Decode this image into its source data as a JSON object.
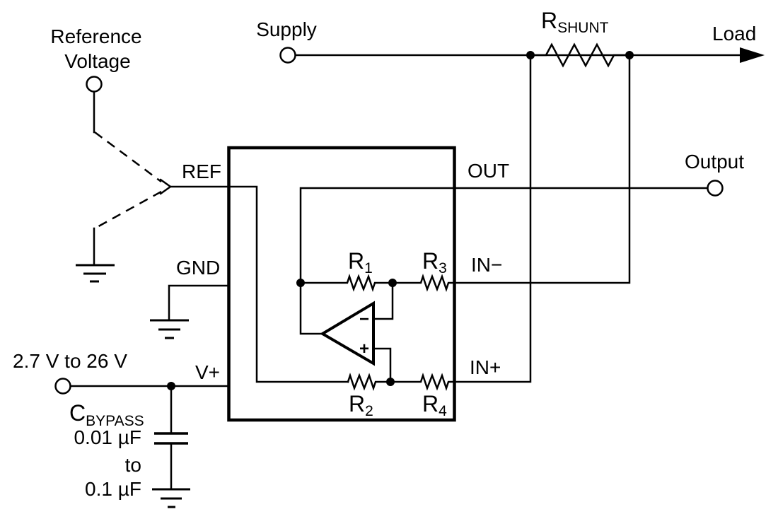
{
  "labels": {
    "reference_line1": "Reference",
    "reference_line2": "Voltage",
    "supply": "Supply",
    "load": "Load",
    "output": "Output",
    "supply_range": "2.7 V to 26 V",
    "cap_value_min": "0.01 µF",
    "cap_to": "to",
    "cap_value_max": "0.1 µF"
  },
  "pins": {
    "ref": "REF",
    "gnd": "GND",
    "vplus": "V+",
    "out": "OUT",
    "in_minus": "IN−",
    "in_plus": "IN+"
  },
  "components": {
    "r_shunt": {
      "base": "R",
      "sub": "SHUNT"
    },
    "r1": {
      "base": "R",
      "sub": "1"
    },
    "r2": {
      "base": "R",
      "sub": "2"
    },
    "r3": {
      "base": "R",
      "sub": "3"
    },
    "r4": {
      "base": "R",
      "sub": "4"
    },
    "c_bypass": {
      "base": "C",
      "sub": "BYPASS"
    }
  },
  "opamp": {
    "inverting_input": "−",
    "noninverting_input": "+"
  },
  "colors": {
    "wire": "#000000",
    "text": "#000000",
    "background": "#ffffff"
  }
}
